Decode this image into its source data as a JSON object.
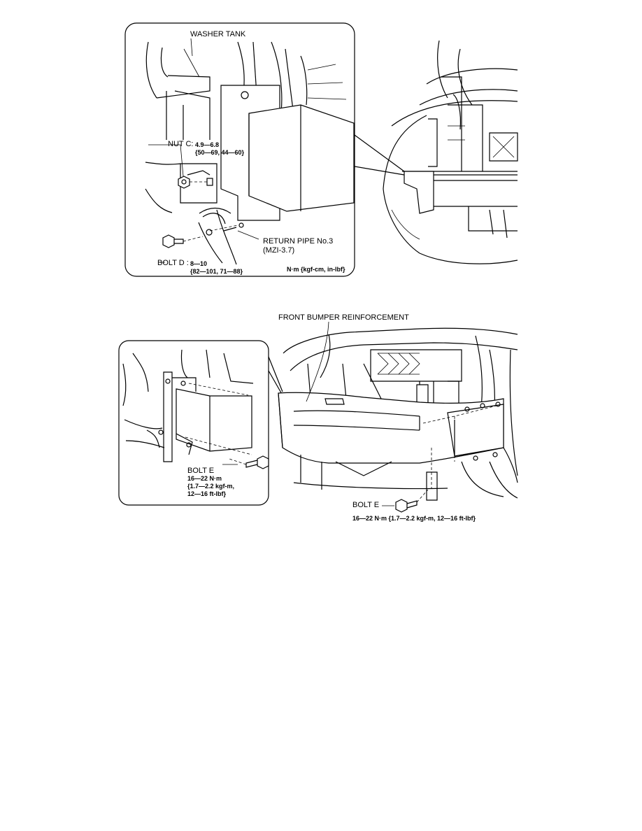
{
  "figure_top": {
    "washer_tank": "WASHER TANK",
    "nut_c_name": "NUT C:",
    "nut_c_torque_nm": "4.9—6.8",
    "nut_c_torque_alt": "{50—69, 44—60}",
    "return_pipe": "RETURN PIPE No.3",
    "return_pipe_ref": "(MZI-3.7)",
    "bolt_d_name": "BOLT D :",
    "bolt_d_torque_nm": "8—10",
    "bolt_d_torque_alt": "{82—101, 71—88}",
    "units_note": "N·m {kgf-cm, in-lbf}"
  },
  "figure_bottom": {
    "front_bumper_reinforcement": "FRONT BUMPER REINFORCEMENT",
    "inset_bolt_e_name": "BOLT E",
    "inset_bolt_e_torque_line1": "16—22 N·m",
    "inset_bolt_e_torque_line2": "{1.7—2.2 kgf-m,",
    "inset_bolt_e_torque_line3": "12—16 ft-lbf}",
    "bolt_e_name": "BOLT E",
    "bolt_e_torque": "16—22 N·m {1.7—2.2 kgf-m, 12—16 ft-lbf}"
  }
}
